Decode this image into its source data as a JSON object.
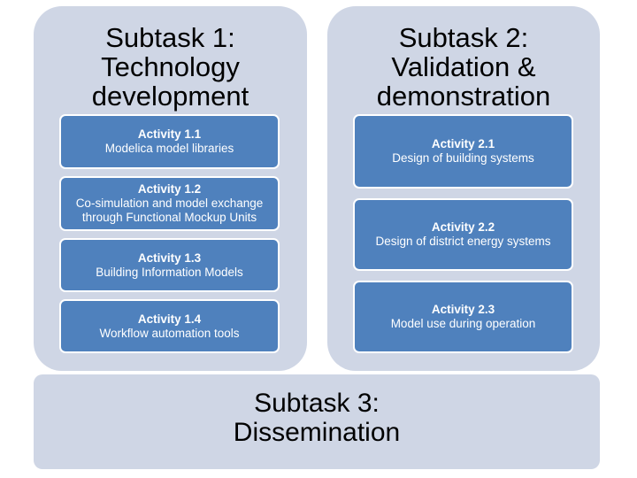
{
  "subtasks": [
    {
      "title_lines": [
        "Subtask 1:",
        "Technology",
        "development"
      ],
      "activities": [
        {
          "title": "Activity 1.1",
          "description_lines": [
            "Modelica model libraries"
          ]
        },
        {
          "title": "Activity 1.2",
          "description_lines": [
            "Co-simulation and model exchange",
            "through Functional Mockup Units"
          ]
        },
        {
          "title": "Activity 1.3",
          "description_lines": [
            "Building Information Models"
          ]
        },
        {
          "title": "Activity 1.4",
          "description_lines": [
            "Workflow automation tools"
          ]
        }
      ]
    },
    {
      "title_lines": [
        "Subtask 2:",
        "Validation &",
        "demonstration"
      ],
      "activities": [
        {
          "title": "Activity 2.1",
          "description_lines": [
            "Design of building systems"
          ]
        },
        {
          "title": "Activity 2.2",
          "description_lines": [
            "Design of district energy systems"
          ]
        },
        {
          "title": "Activity 2.3",
          "description_lines": [
            "Model use during operation"
          ]
        }
      ]
    },
    {
      "title_lines": [
        "Subtask 3:",
        "Dissemination"
      ],
      "activities": []
    }
  ],
  "colors": {
    "panel_fill": "#cfd6e5",
    "activity_fill": "#4f81bd",
    "activity_border": "#ffffff",
    "title_text": "#000000",
    "activity_text": "#ffffff"
  }
}
